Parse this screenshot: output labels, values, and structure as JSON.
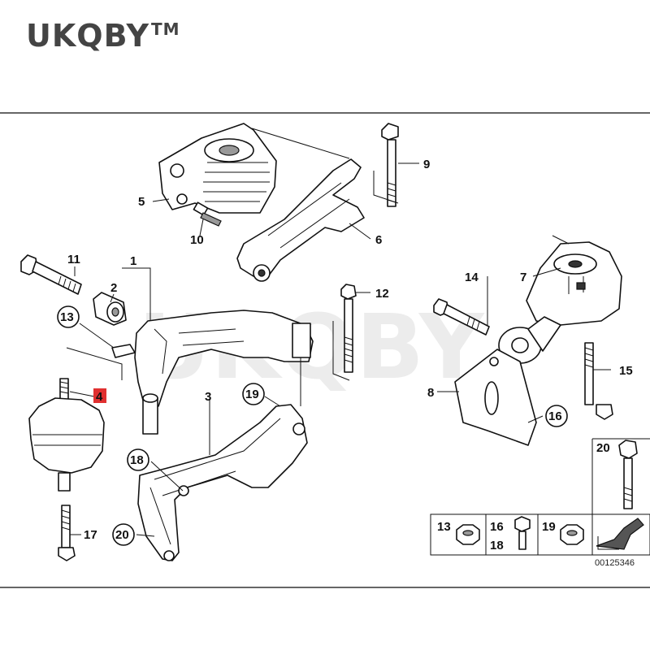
{
  "brand": {
    "name": "UKQBY",
    "tm": "TM"
  },
  "watermark": "UKQBY",
  "diagram_id": "00125346",
  "callouts": {
    "c1": "1",
    "c2": "2",
    "c3": "3",
    "c4": "4",
    "c5": "5",
    "c6": "6",
    "c7": "7",
    "c8": "8",
    "c9": "9",
    "c10": "10",
    "c11": "11",
    "c12": "12",
    "c13": "13",
    "c14": "14",
    "c15": "15",
    "c16": "16",
    "c17": "17",
    "c18": "18",
    "c19": "19",
    "c20": "20"
  },
  "legend": {
    "a": "13",
    "b": "16",
    "c": "18",
    "d": "19",
    "e": "20"
  },
  "colors": {
    "highlight": "#e03030",
    "line": "#111111"
  }
}
